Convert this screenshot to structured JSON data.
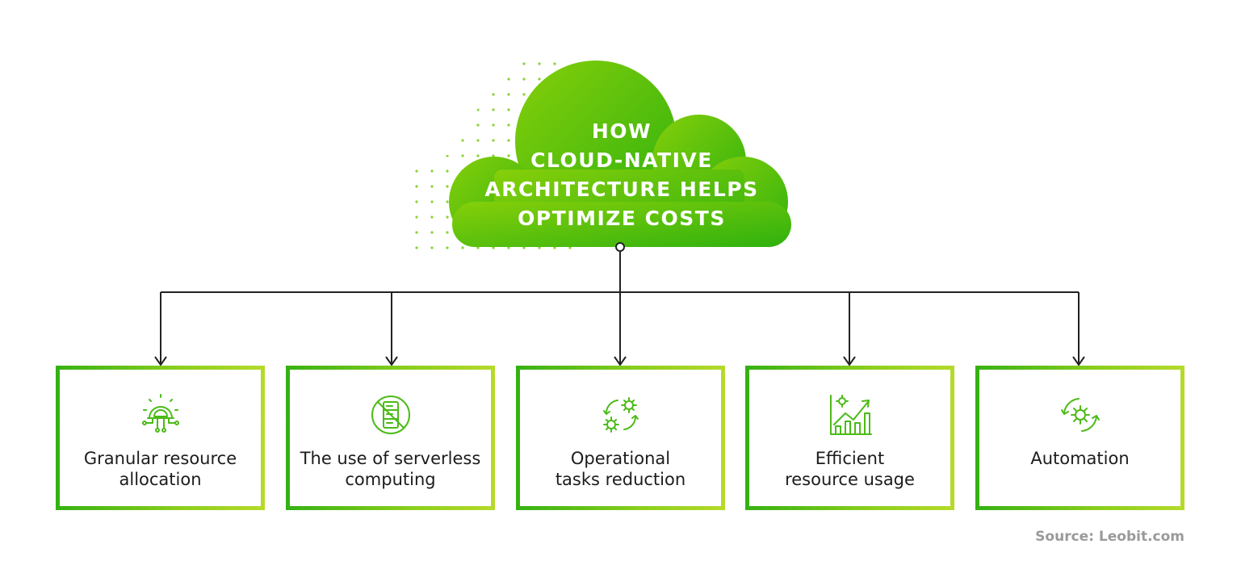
{
  "title_lines": [
    "HOW",
    "CLOUD-NATIVE",
    "ARCHITECTURE HELPS",
    "OPTIMIZE COSTS"
  ],
  "boxes": [
    {
      "lines": [
        "Granular resource",
        "allocation"
      ],
      "icon": "chip-gear-icon"
    },
    {
      "lines": [
        "The use of serverless",
        "computing"
      ],
      "icon": "no-server-icon"
    },
    {
      "lines": [
        "Operational",
        "tasks reduction"
      ],
      "icon": "gears-cycle-icon"
    },
    {
      "lines": [
        "Efficient",
        "resource usage"
      ],
      "icon": "growth-chart-gear-icon"
    },
    {
      "lines": [
        "Automation"
      ],
      "icon": "gear-refresh-icon"
    }
  ],
  "source": "Source: Leobit.com",
  "colors": {
    "green_dark": "#34b113",
    "green_light": "#b6da2a",
    "connector": "#222222",
    "icon": "#4cbb17"
  }
}
